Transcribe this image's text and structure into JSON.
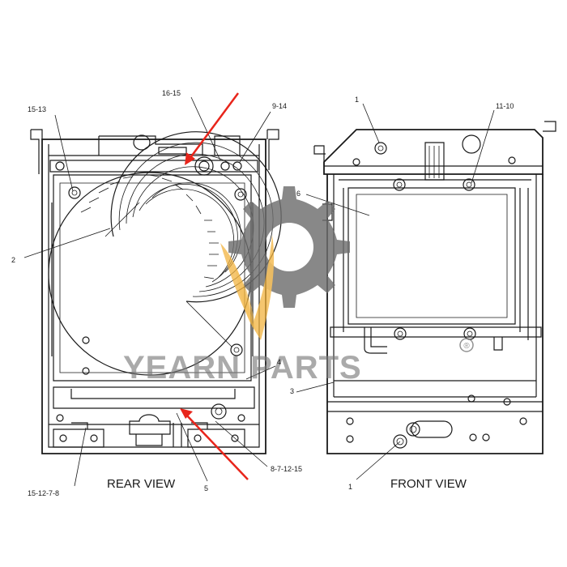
{
  "views": {
    "rear": "REAR VIEW",
    "front": "FRONT VIEW"
  },
  "callouts": {
    "c_15_13": "15-13",
    "c_16_15": "16-15",
    "c_9_14": "9-14",
    "c_2": "2",
    "c_4": "4",
    "c_5": "5",
    "c_15_12_7_8": "15-12-7-8",
    "c_8_7_12_15": "8-7-12-15",
    "c_1_top": "1",
    "c_11_10": "11-10",
    "c_6": "6",
    "c_3": "3",
    "c_1_bottom": "1"
  },
  "watermark": {
    "brand": "YEARN PARTS",
    "registered": "®"
  },
  "colors": {
    "line": "#1a1a1a",
    "arrow": "#e8251b",
    "gear": "#6e6e6e",
    "flame": "#f2b33d"
  }
}
